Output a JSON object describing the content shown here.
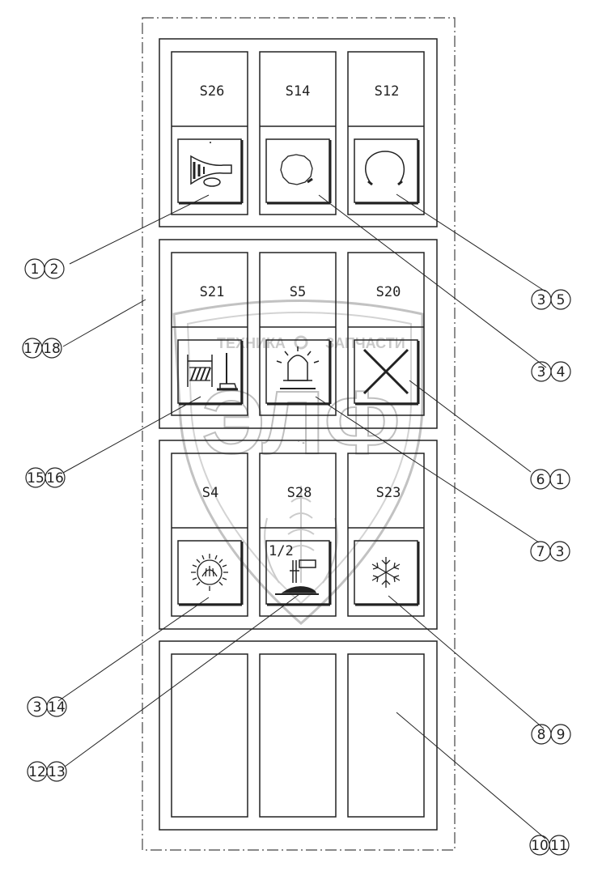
{
  "switches": {
    "s26": "S26",
    "s14": "S14",
    "s12": "S12",
    "s21": "S21",
    "s5": "S5",
    "s20": "S20",
    "s4": "S4",
    "s28": "S28",
    "s23": "S23"
  },
  "icon_names": {
    "s26": "horn-icon",
    "s14": "circle-icon",
    "s12": "open-circle-icon",
    "s21": "conveyor-icon",
    "s5": "beacon-icon",
    "s20": "cross-icon",
    "s4": "sun-icon",
    "s28": "lever-icon",
    "s23": "snowflake-icon"
  },
  "s28_icon_text": "1/2",
  "callouts": {
    "c1": [
      "1",
      "2"
    ],
    "c2": [
      "3",
      "5"
    ],
    "c3": [
      "17",
      "18"
    ],
    "c4": [
      "3",
      "4"
    ],
    "c5": [
      "6",
      "1"
    ],
    "c6": [
      "15",
      "16"
    ],
    "c7": [
      "7",
      "3"
    ],
    "c8": [
      "3",
      "14"
    ],
    "c9": [
      "8",
      "9"
    ],
    "c10": [
      "12",
      "13"
    ],
    "c11": [
      "10",
      "11"
    ]
  },
  "watermark": {
    "line1": "ТЕХНИКА",
    "line2": "ЗАПЧАСТИ",
    "big": "ЭЛФ"
  }
}
